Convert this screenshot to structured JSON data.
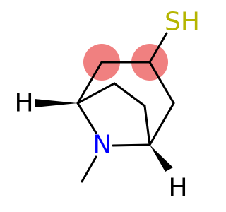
{
  "molecule": {
    "atoms": {
      "thiol": "SH",
      "nitrogen": "N",
      "hydrogen_left": "H",
      "hydrogen_right": "H"
    },
    "colors": {
      "bond": "#000000",
      "sulfur": "#b5b500",
      "nitrogen": "#0000ff",
      "hydrogen": "#000000",
      "highlight": "#f08080"
    }
  }
}
